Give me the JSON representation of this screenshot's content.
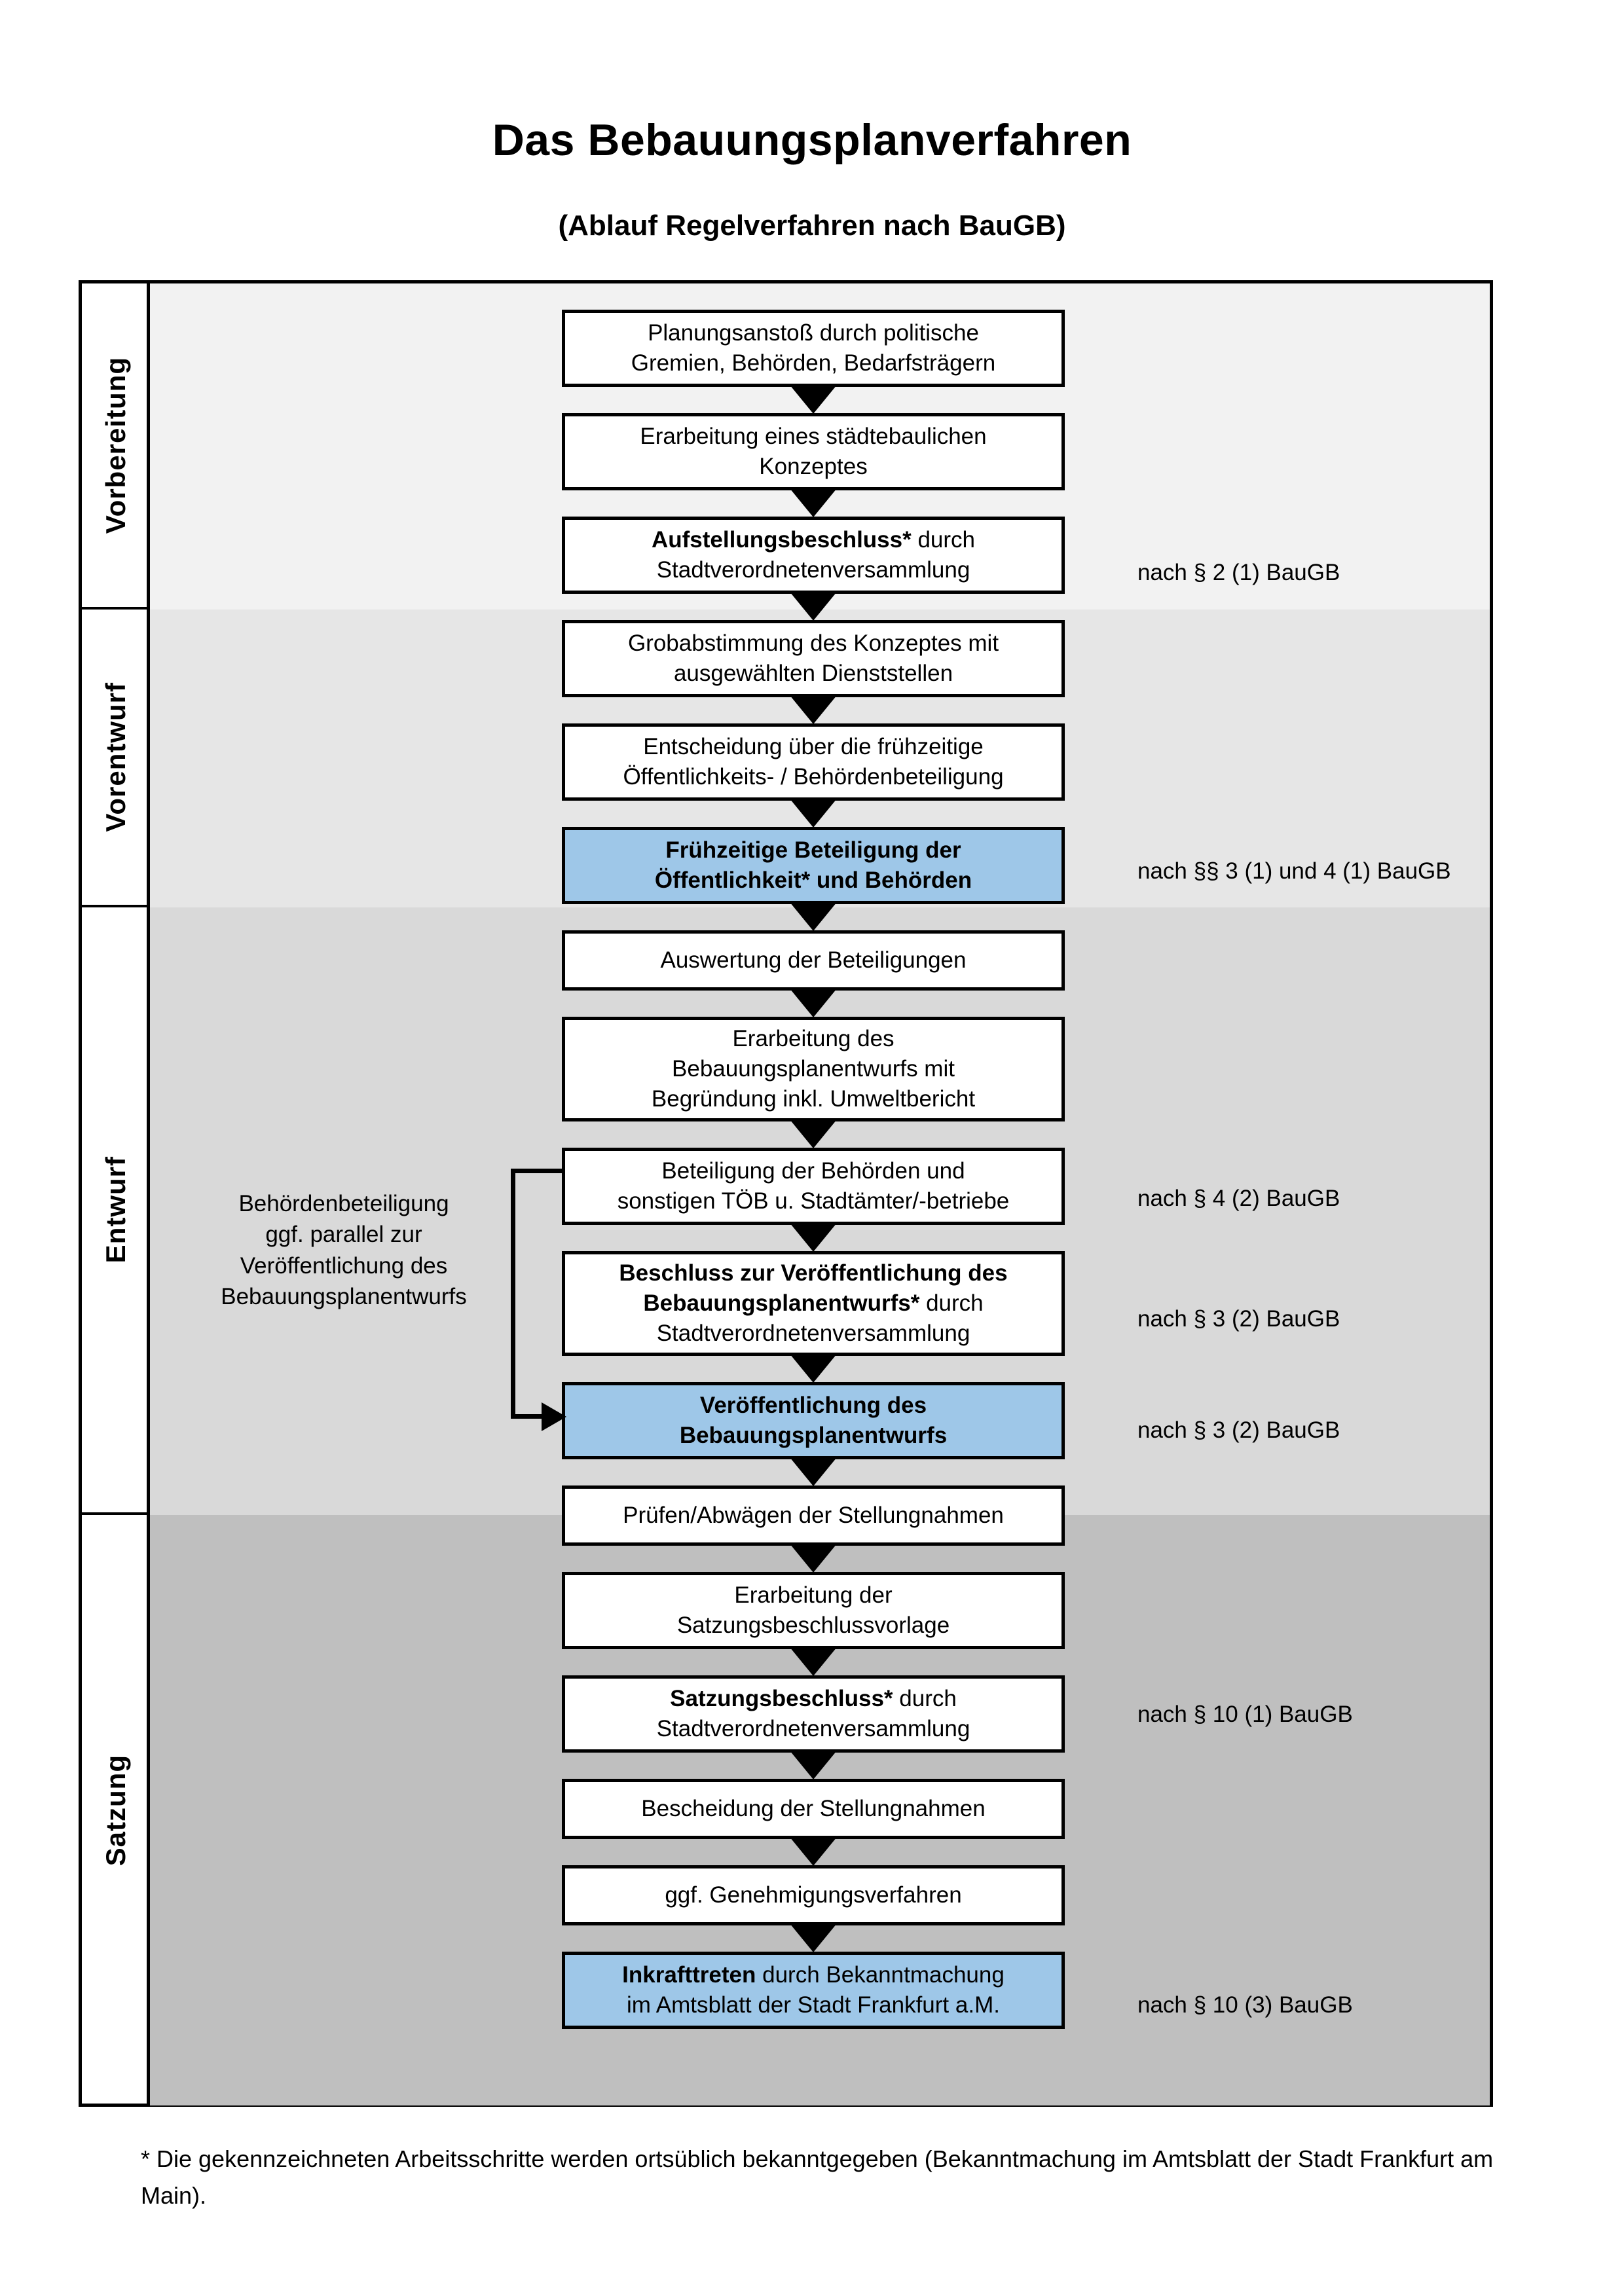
{
  "header": {
    "title": "Das Bebauungsplanverfahren",
    "subtitle": "(Ablauf Regelverfahren nach BauGB)"
  },
  "colors": {
    "highlight_blue": "#9ec7e8",
    "band_vorbereitung": "#f2f2f2",
    "band_vorentwurf": "#e6e6e6",
    "band_entwurf": "#d9d9d9",
    "band_satzung": "#bfbfbf",
    "border": "#000000"
  },
  "phases": [
    {
      "label": "Vorbereitung"
    },
    {
      "label": "Vorentwurf"
    },
    {
      "label": "Entwurf"
    },
    {
      "label": "Satzung"
    }
  ],
  "steps": [
    {
      "id": "planungsanstoss",
      "phase": "Vorbereitung",
      "highlight": false,
      "lines": [
        {
          "text": "Planungsanstoß durch politische",
          "bold": false
        },
        {
          "text": "Gremien, Behörden, Bedarfsträgern",
          "bold": false
        }
      ]
    },
    {
      "id": "staedtebauliches-konzept",
      "phase": "Vorbereitung",
      "highlight": false,
      "lines": [
        {
          "text": "Erarbeitung eines städtebaulichen",
          "bold": false
        },
        {
          "text": "Konzeptes",
          "bold": false
        }
      ]
    },
    {
      "id": "aufstellungsbeschluss",
      "phase": "Vorbereitung",
      "highlight": false,
      "lines": [
        {
          "text": "Aufstellungsbeschluss*",
          "bold": true,
          "suffix": " durch"
        },
        {
          "text": "Stadtverordnetenversammlung",
          "bold": false
        }
      ]
    },
    {
      "id": "grobabstimmung",
      "phase": "Vorentwurf",
      "highlight": false,
      "lines": [
        {
          "text": "Grobabstimmung des Konzeptes mit",
          "bold": false
        },
        {
          "text": "ausgewählten Dienststellen",
          "bold": false
        }
      ]
    },
    {
      "id": "entscheidung-fruehzeitige-beteiligung",
      "phase": "Vorentwurf",
      "highlight": false,
      "lines": [
        {
          "text": "Entscheidung über die frühzeitige",
          "bold": false
        },
        {
          "text": "Öffentlichkeits- / Behördenbeteiligung",
          "bold": false
        }
      ]
    },
    {
      "id": "fruehzeitige-beteiligung",
      "phase": "Vorentwurf",
      "highlight": true,
      "lines": [
        {
          "text": "Frühzeitige Beteiligung der",
          "bold": true
        },
        {
          "text": "Öffentlichkeit* und Behörden",
          "bold": true
        }
      ]
    },
    {
      "id": "auswertung-beteiligungen",
      "phase": "Entwurf",
      "highlight": false,
      "lines": [
        {
          "text": "Auswertung der Beteiligungen",
          "bold": false
        }
      ]
    },
    {
      "id": "erarbeitung-bplanentwurf",
      "phase": "Entwurf",
      "highlight": false,
      "lines": [
        {
          "text": "Erarbeitung des",
          "bold": false
        },
        {
          "text": "Bebauungsplanentwurfs mit",
          "bold": false
        },
        {
          "text": "Begründung inkl. Umweltbericht",
          "bold": false
        }
      ]
    },
    {
      "id": "beteiligung-behoerden-toeb",
      "phase": "Entwurf",
      "highlight": false,
      "lines": [
        {
          "text": "Beteiligung der Behörden und",
          "bold": false
        },
        {
          "text": "sonstigen TÖB u. Stadtämter/-betriebe",
          "bold": false
        }
      ]
    },
    {
      "id": "beschluss-veroeffentlichung",
      "phase": "Entwurf",
      "highlight": false,
      "lines": [
        {
          "text": "Beschluss zur Veröffentlichung des",
          "bold": true
        },
        {
          "text": "Bebauungsplanentwurfs*",
          "bold": true,
          "suffix": " durch"
        },
        {
          "text": "Stadtverordnetenversammlung",
          "bold": false
        }
      ]
    },
    {
      "id": "veroeffentlichung-bplanentwurf",
      "phase": "Entwurf",
      "highlight": true,
      "lines": [
        {
          "text": "Veröffentlichung des",
          "bold": true
        },
        {
          "text": "Bebauungsplanentwurfs",
          "bold": true
        }
      ]
    },
    {
      "id": "pruefen-abwaegen",
      "phase": "Satzung",
      "highlight": false,
      "lines": [
        {
          "text": "Prüfen/Abwägen der Stellungnahmen",
          "bold": false
        }
      ]
    },
    {
      "id": "erarbeitung-satzungsbeschlussvorlage",
      "phase": "Satzung",
      "highlight": false,
      "lines": [
        {
          "text": "Erarbeitung der",
          "bold": false
        },
        {
          "text": "Satzungsbeschlussvorlage",
          "bold": false
        }
      ]
    },
    {
      "id": "satzungsbeschluss",
      "phase": "Satzung",
      "highlight": false,
      "lines": [
        {
          "text": "Satzungsbeschluss*",
          "bold": true,
          "suffix": " durch"
        },
        {
          "text": "Stadtverordnetenversammlung",
          "bold": false
        }
      ]
    },
    {
      "id": "bescheidung-stellungnahmen",
      "phase": "Satzung",
      "highlight": false,
      "lines": [
        {
          "text": "Bescheidung der Stellungnahmen",
          "bold": false
        }
      ]
    },
    {
      "id": "genehmigungsverfahren",
      "phase": "Satzung",
      "highlight": false,
      "lines": [
        {
          "text": "ggf. Genehmigungsverfahren",
          "bold": false
        }
      ]
    },
    {
      "id": "inkrafttreten",
      "phase": "Satzung",
      "highlight": true,
      "lines": [
        {
          "text": "Inkrafttreten",
          "bold": true,
          "suffix": " durch Bekanntmachung"
        },
        {
          "text": "im Amtsblatt der Stadt Frankfurt a.M.",
          "bold": false
        }
      ]
    }
  ],
  "legal_notes": [
    {
      "id": "note-2-1",
      "text": "nach § 2 (1) BauGB"
    },
    {
      "id": "note-3-1-4-1",
      "text": "nach §§ 3 (1) und 4 (1) BauGB"
    },
    {
      "id": "note-4-2",
      "text": "nach § 4 (2) BauGB"
    },
    {
      "id": "note-3-2-a",
      "text": "nach § 3 (2) BauGB"
    },
    {
      "id": "note-3-2-b",
      "text": "nach § 3 (2) BauGB"
    },
    {
      "id": "note-10-1",
      "text": "nach § 10 (1) BauGB"
    },
    {
      "id": "note-10-3",
      "text": "nach § 10 (3) BauGB"
    }
  ],
  "side_note": {
    "lines": [
      "Behördenbeteiligung",
      "ggf. parallel zur",
      "Veröffentlichung des",
      "Bebauungsplanentwurfs"
    ]
  },
  "footnote": {
    "text": "* Die gekennzeichneten Arbeitsschritte werden ortsüblich bekanntgegeben (Bekanntmachung im Amtsblatt  der Stadt Frankfurt am Main)."
  }
}
